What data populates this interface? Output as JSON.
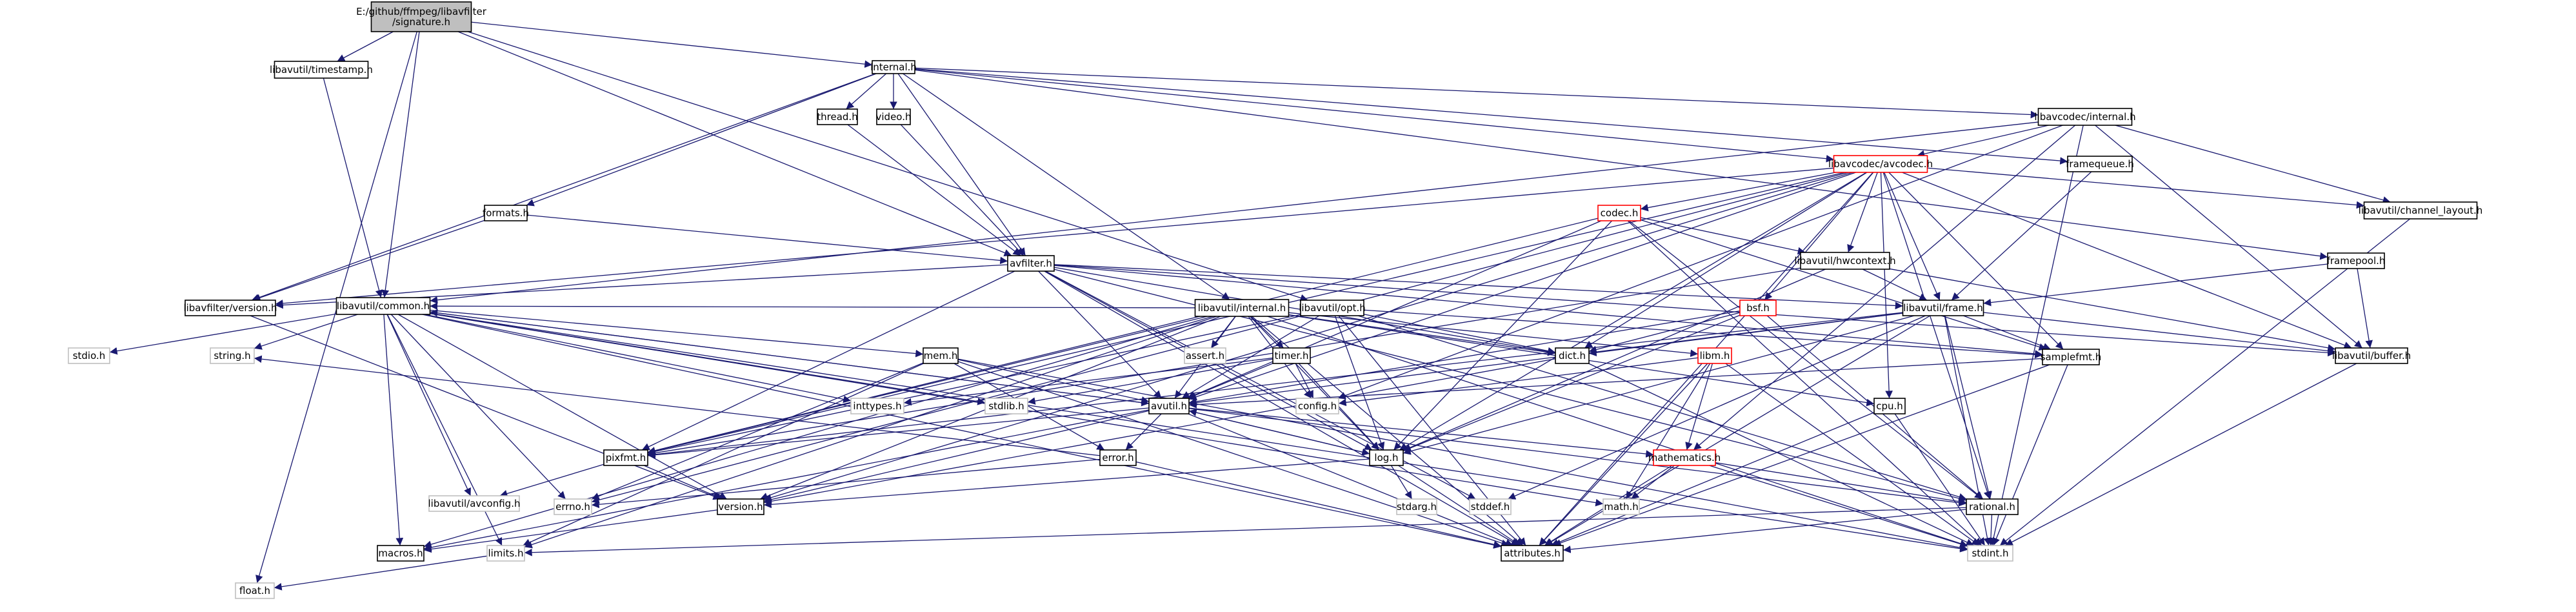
{
  "colors": {
    "edge": "#191970",
    "linked_border": "#000000",
    "missing_border": "#bfbfbf",
    "truncated_border": "#ff0000",
    "root_fill": "#bfbfbf",
    "node_fill": "#ffffff"
  },
  "nodes": {
    "root": {
      "lines": [
        "E:/github/ffmpeg/libavfilter",
        "/signature.h"
      ],
      "style": "root"
    },
    "timestamp": {
      "lines": [
        "libavutil/timestamp.h"
      ],
      "style": "linked"
    },
    "internal": {
      "lines": [
        "internal.h"
      ],
      "style": "linked"
    },
    "thread": {
      "lines": [
        "thread.h"
      ],
      "style": "linked"
    },
    "video": {
      "lines": [
        "video.h"
      ],
      "style": "linked"
    },
    "codec_internal": {
      "lines": [
        "libavcodec/internal.h"
      ],
      "style": "linked"
    },
    "avcodec": {
      "lines": [
        "libavcodec/avcodec.h"
      ],
      "style": "truncated"
    },
    "framequeue": {
      "lines": [
        "framequeue.h"
      ],
      "style": "linked"
    },
    "channel_layout": {
      "lines": [
        "libavutil/channel_layout.h"
      ],
      "style": "linked"
    },
    "framepool": {
      "lines": [
        "framepool.h"
      ],
      "style": "linked"
    },
    "formats": {
      "lines": [
        "formats.h"
      ],
      "style": "linked"
    },
    "codec": {
      "lines": [
        "codec.h"
      ],
      "style": "truncated"
    },
    "hwcontext": {
      "lines": [
        "libavutil/hwcontext.h"
      ],
      "style": "linked"
    },
    "avfilter": {
      "lines": [
        "avfilter.h"
      ],
      "style": "linked"
    },
    "avfilter_version": {
      "lines": [
        "libavfilter/version.h"
      ],
      "style": "linked"
    },
    "common": {
      "lines": [
        "libavutil/common.h"
      ],
      "style": "linked"
    },
    "util_internal": {
      "lines": [
        "libavutil/internal.h"
      ],
      "style": "linked"
    },
    "opt": {
      "lines": [
        "libavutil/opt.h"
      ],
      "style": "linked"
    },
    "bsf": {
      "lines": [
        "bsf.h"
      ],
      "style": "truncated"
    },
    "frame": {
      "lines": [
        "libavutil/frame.h"
      ],
      "style": "linked"
    },
    "buffer": {
      "lines": [
        "libavutil/buffer.h"
      ],
      "style": "linked"
    },
    "samplefmt": {
      "lines": [
        "samplefmt.h"
      ],
      "style": "linked"
    },
    "stdio": {
      "lines": [
        "stdio.h"
      ],
      "style": "missing"
    },
    "string": {
      "lines": [
        "string.h"
      ],
      "style": "missing"
    },
    "mem": {
      "lines": [
        "mem.h"
      ],
      "style": "linked"
    },
    "assert": {
      "lines": [
        "assert.h"
      ],
      "style": "missing"
    },
    "timer": {
      "lines": [
        "timer.h"
      ],
      "style": "linked"
    },
    "dict": {
      "lines": [
        "dict.h"
      ],
      "style": "linked"
    },
    "libm": {
      "lines": [
        "libm.h"
      ],
      "style": "truncated"
    },
    "inttypes": {
      "lines": [
        "inttypes.h"
      ],
      "style": "missing"
    },
    "stdlib": {
      "lines": [
        "stdlib.h"
      ],
      "style": "missing"
    },
    "config": {
      "lines": [
        "config.h"
      ],
      "style": "missing"
    },
    "avutil": {
      "lines": [
        "avutil.h"
      ],
      "style": "linked"
    },
    "cpu": {
      "lines": [
        "cpu.h"
      ],
      "style": "linked"
    },
    "pixfmt": {
      "lines": [
        "pixfmt.h"
      ],
      "style": "linked"
    },
    "error": {
      "lines": [
        "error.h"
      ],
      "style": "linked"
    },
    "log": {
      "lines": [
        "log.h"
      ],
      "style": "linked"
    },
    "mathematics": {
      "lines": [
        "mathematics.h"
      ],
      "style": "truncated"
    },
    "avconfig": {
      "lines": [
        "libavutil/avconfig.h"
      ],
      "style": "missing"
    },
    "errno": {
      "lines": [
        "errno.h"
      ],
      "style": "missing"
    },
    "version": {
      "lines": [
        "version.h"
      ],
      "style": "linked"
    },
    "stdarg": {
      "lines": [
        "stdarg.h"
      ],
      "style": "missing"
    },
    "stddef": {
      "lines": [
        "stddef.h"
      ],
      "style": "missing"
    },
    "math": {
      "lines": [
        "math.h"
      ],
      "style": "missing"
    },
    "rational": {
      "lines": [
        "rational.h"
      ],
      "style": "linked"
    },
    "macros": {
      "lines": [
        "macros.h"
      ],
      "style": "linked"
    },
    "limits": {
      "lines": [
        "limits.h"
      ],
      "style": "missing"
    },
    "attributes": {
      "lines": [
        "attributes.h"
      ],
      "style": "linked"
    },
    "stdint": {
      "lines": [
        "stdint.h"
      ],
      "style": "missing"
    },
    "float": {
      "lines": [
        "float.h"
      ],
      "style": "missing"
    }
  },
  "edges": [
    [
      "root",
      "timestamp"
    ],
    [
      "root",
      "internal"
    ],
    [
      "root",
      "avfilter"
    ],
    [
      "root",
      "common"
    ],
    [
      "root",
      "float"
    ],
    [
      "root",
      "opt"
    ],
    [
      "timestamp",
      "common"
    ],
    [
      "internal",
      "thread"
    ],
    [
      "internal",
      "video"
    ],
    [
      "internal",
      "codec_internal"
    ],
    [
      "internal",
      "avcodec"
    ],
    [
      "internal",
      "framequeue"
    ],
    [
      "internal",
      "framepool"
    ],
    [
      "internal",
      "formats"
    ],
    [
      "internal",
      "avfilter"
    ],
    [
      "internal",
      "avfilter_version"
    ],
    [
      "internal",
      "util_internal"
    ],
    [
      "thread",
      "avfilter"
    ],
    [
      "video",
      "avfilter"
    ],
    [
      "codec_internal",
      "avcodec"
    ],
    [
      "codec_internal",
      "channel_layout"
    ],
    [
      "codec_internal",
      "buffer"
    ],
    [
      "codec_internal",
      "common"
    ],
    [
      "codec_internal",
      "config"
    ],
    [
      "codec_internal",
      "mathematics"
    ],
    [
      "codec_internal",
      "stdint"
    ],
    [
      "avcodec",
      "codec"
    ],
    [
      "avcodec",
      "hwcontext"
    ],
    [
      "avcodec",
      "frame"
    ],
    [
      "avcodec",
      "buffer"
    ],
    [
      "avcodec",
      "samplefmt"
    ],
    [
      "avcodec",
      "dict"
    ],
    [
      "avcodec",
      "bsf"
    ],
    [
      "avcodec",
      "avutil"
    ],
    [
      "avcodec",
      "log"
    ],
    [
      "avcodec",
      "pixfmt"
    ],
    [
      "avcodec",
      "rational"
    ],
    [
      "avcodec",
      "cpu"
    ],
    [
      "avcodec",
      "attributes"
    ],
    [
      "avcodec",
      "avfilter_version"
    ],
    [
      "avcodec",
      "channel_layout"
    ],
    [
      "avcodec",
      "version"
    ],
    [
      "avcodec",
      "errno"
    ],
    [
      "framequeue",
      "frame"
    ],
    [
      "channel_layout",
      "stdint"
    ],
    [
      "framepool",
      "frame"
    ],
    [
      "framepool",
      "buffer"
    ],
    [
      "formats",
      "avfilter"
    ],
    [
      "formats",
      "avfilter_version"
    ],
    [
      "codec",
      "hwcontext"
    ],
    [
      "codec",
      "samplefmt"
    ],
    [
      "codec",
      "rational"
    ],
    [
      "codec",
      "log"
    ],
    [
      "codec",
      "avutil"
    ],
    [
      "codec",
      "pixfmt"
    ],
    [
      "codec",
      "stdint"
    ],
    [
      "hwcontext",
      "buffer"
    ],
    [
      "hwcontext",
      "frame"
    ],
    [
      "hwcontext",
      "log"
    ],
    [
      "hwcontext",
      "pixfmt"
    ],
    [
      "avfilter",
      "avfilter_version"
    ],
    [
      "avfilter",
      "avutil"
    ],
    [
      "avfilter",
      "buffer"
    ],
    [
      "avfilter",
      "dict"
    ],
    [
      "avfilter",
      "frame"
    ],
    [
      "avfilter",
      "log"
    ],
    [
      "avfilter",
      "samplefmt"
    ],
    [
      "avfilter",
      "pixfmt"
    ],
    [
      "avfilter",
      "rational"
    ],
    [
      "avfilter",
      "attributes"
    ],
    [
      "avfilter",
      "stddef"
    ],
    [
      "avfilter_version",
      "version"
    ],
    [
      "common",
      "stdio"
    ],
    [
      "common",
      "string"
    ],
    [
      "common",
      "inttypes"
    ],
    [
      "common",
      "stdlib"
    ],
    [
      "common",
      "avconfig"
    ],
    [
      "common",
      "errno"
    ],
    [
      "common",
      "limits"
    ],
    [
      "common",
      "math"
    ],
    [
      "common",
      "macros"
    ],
    [
      "common",
      "attributes"
    ],
    [
      "common",
      "version"
    ],
    [
      "common",
      "mem"
    ],
    [
      "common",
      "avutil"
    ],
    [
      "common",
      "stdint"
    ],
    [
      "util_internal",
      "assert"
    ],
    [
      "util_internal",
      "timer"
    ],
    [
      "util_internal",
      "dict"
    ],
    [
      "util_internal",
      "config"
    ],
    [
      "util_internal",
      "cpu"
    ],
    [
      "util_internal",
      "common"
    ],
    [
      "util_internal",
      "pixfmt"
    ],
    [
      "util_internal",
      "libm"
    ],
    [
      "util_internal",
      "log"
    ],
    [
      "util_internal",
      "attributes"
    ],
    [
      "util_internal",
      "stdint"
    ],
    [
      "util_internal",
      "macros"
    ],
    [
      "util_internal",
      "version"
    ],
    [
      "util_internal",
      "limits"
    ],
    [
      "util_internal",
      "avutil"
    ],
    [
      "opt",
      "dict"
    ],
    [
      "opt",
      "log"
    ],
    [
      "opt",
      "pixfmt"
    ],
    [
      "opt",
      "samplefmt"
    ],
    [
      "opt",
      "rational"
    ],
    [
      "opt",
      "avutil"
    ],
    [
      "opt",
      "attributes"
    ],
    [
      "bsf",
      "dict"
    ],
    [
      "bsf",
      "log"
    ],
    [
      "bsf",
      "rational"
    ],
    [
      "bsf",
      "avutil"
    ],
    [
      "frame",
      "buffer"
    ],
    [
      "frame",
      "dict"
    ],
    [
      "frame",
      "samplefmt"
    ],
    [
      "frame",
      "rational"
    ],
    [
      "frame",
      "pixfmt"
    ],
    [
      "frame",
      "avutil"
    ],
    [
      "frame",
      "stdint"
    ],
    [
      "frame",
      "stddef"
    ],
    [
      "frame",
      "log"
    ],
    [
      "frame",
      "attributes"
    ],
    [
      "buffer",
      "stdint"
    ],
    [
      "samplefmt",
      "avutil"
    ],
    [
      "samplefmt",
      "attributes"
    ],
    [
      "samplefmt",
      "stdint"
    ],
    [
      "mem",
      "attributes"
    ],
    [
      "mem",
      "error"
    ],
    [
      "mem",
      "avutil"
    ],
    [
      "mem",
      "stdint"
    ],
    [
      "mem",
      "limits"
    ],
    [
      "mem",
      "errno"
    ],
    [
      "timer",
      "config"
    ],
    [
      "timer",
      "log"
    ],
    [
      "timer",
      "inttypes"
    ],
    [
      "timer",
      "stdlib"
    ],
    [
      "timer",
      "avutil"
    ],
    [
      "dict",
      "stdint"
    ],
    [
      "dict",
      "version"
    ],
    [
      "libm",
      "config"
    ],
    [
      "libm",
      "attributes"
    ],
    [
      "libm",
      "mathematics"
    ],
    [
      "libm",
      "math"
    ],
    [
      "libm",
      "stdint"
    ],
    [
      "avutil",
      "common"
    ],
    [
      "avutil",
      "error"
    ],
    [
      "avutil",
      "version"
    ],
    [
      "avutil",
      "mathematics"
    ],
    [
      "avutil",
      "rational"
    ],
    [
      "avutil",
      "log"
    ],
    [
      "avutil",
      "pixfmt"
    ],
    [
      "avutil",
      "macros"
    ],
    [
      "avutil",
      "attributes"
    ],
    [
      "cpu",
      "attributes"
    ],
    [
      "cpu",
      "stdint"
    ],
    [
      "pixfmt",
      "avconfig"
    ],
    [
      "pixfmt",
      "version"
    ],
    [
      "error",
      "errno"
    ],
    [
      "error",
      "string"
    ],
    [
      "error",
      "attributes"
    ],
    [
      "log",
      "stdarg"
    ],
    [
      "log",
      "attributes"
    ],
    [
      "log",
      "version"
    ],
    [
      "log",
      "avutil"
    ],
    [
      "mathematics",
      "stdint"
    ],
    [
      "mathematics",
      "math"
    ],
    [
      "mathematics",
      "attributes"
    ],
    [
      "mathematics",
      "rational"
    ],
    [
      "mathematics",
      "intfloat"
    ],
    [
      "version",
      "macros"
    ],
    [
      "rational",
      "attributes"
    ],
    [
      "rational",
      "stdint"
    ],
    [
      "rational",
      "limits"
    ],
    [
      "limits",
      "float"
    ]
  ]
}
